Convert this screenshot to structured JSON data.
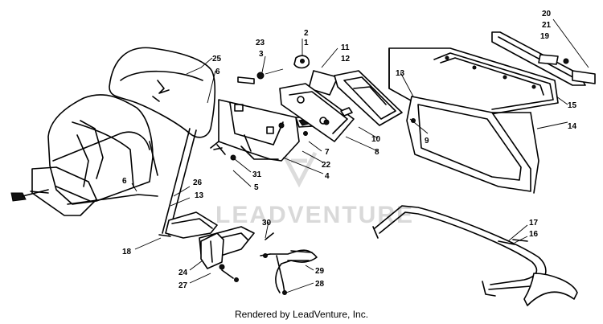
{
  "diagram": {
    "callouts": [
      {
        "id": "c1",
        "text": "1"
      },
      {
        "id": "c2",
        "text": "2"
      },
      {
        "id": "c3",
        "text": "3"
      },
      {
        "id": "c4",
        "text": "4"
      },
      {
        "id": "c5",
        "text": "5"
      },
      {
        "id": "c6a",
        "text": "6"
      },
      {
        "id": "c6b",
        "text": "6"
      },
      {
        "id": "c7",
        "text": "7"
      },
      {
        "id": "c8",
        "text": "8"
      },
      {
        "id": "c9",
        "text": "9"
      },
      {
        "id": "c10",
        "text": "10"
      },
      {
        "id": "c11",
        "text": "11"
      },
      {
        "id": "c12",
        "text": "12"
      },
      {
        "id": "c13a",
        "text": "13"
      },
      {
        "id": "c13b",
        "text": "13"
      },
      {
        "id": "c14",
        "text": "14"
      },
      {
        "id": "c15",
        "text": "15"
      },
      {
        "id": "c16",
        "text": "16"
      },
      {
        "id": "c17",
        "text": "17"
      },
      {
        "id": "c18",
        "text": "18"
      },
      {
        "id": "c19",
        "text": "19"
      },
      {
        "id": "c20",
        "text": "20"
      },
      {
        "id": "c21",
        "text": "21"
      },
      {
        "id": "c22",
        "text": "22"
      },
      {
        "id": "c23",
        "text": "23"
      },
      {
        "id": "c24",
        "text": "24"
      },
      {
        "id": "c25",
        "text": "25"
      },
      {
        "id": "c26",
        "text": "26"
      },
      {
        "id": "c27",
        "text": "27"
      },
      {
        "id": "c28",
        "text": "28"
      },
      {
        "id": "c29",
        "text": "29"
      },
      {
        "id": "c30",
        "text": "30"
      },
      {
        "id": "c31",
        "text": "31"
      }
    ]
  },
  "watermark": {
    "text": "LEADVENTURE"
  },
  "caption": "Rendered by LeadVenture, Inc."
}
